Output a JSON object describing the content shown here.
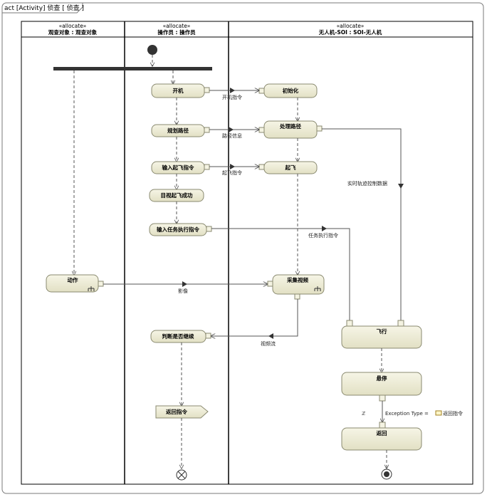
{
  "frame": {
    "title": "act [Activity] 侦查 [ 侦查 ]"
  },
  "lanes": [
    {
      "stereotype": "«allocate»",
      "name": "观查对象 : 观查对象"
    },
    {
      "stereotype": "«allocate»",
      "name": "操作员 : 操作员"
    },
    {
      "stereotype": "«allocate»",
      "name": "无人机-SOI : SOI-无人机"
    }
  ],
  "actions": {
    "power_on": "开机",
    "plan_path": "规划路径",
    "input_takeoff": "输入起飞指令",
    "visual_confirm": "目视起飞成功",
    "input_task": "输入任务执行指令",
    "initialize": "初始化",
    "process_path": "处理路径",
    "takeoff": "起飞",
    "motion": "动作",
    "capture_video": "采集视频",
    "judge": "判断是否继续",
    "fly": "飞行",
    "hover": "悬停",
    "return": "返回",
    "return_signal": "返回指令"
  },
  "edges": {
    "power_cmd": "开机指令",
    "path_info": "路径信息",
    "takeoff_cmd": "起飞指令",
    "realtime_data": "实时轨迹控制数据",
    "task_cmd": "任务执行指令",
    "image": "影像",
    "video_stream": "视频流",
    "exception": "Exception Type = ",
    "exception_type": "返回指令",
    "interrupt_mark": "ℤ"
  }
}
